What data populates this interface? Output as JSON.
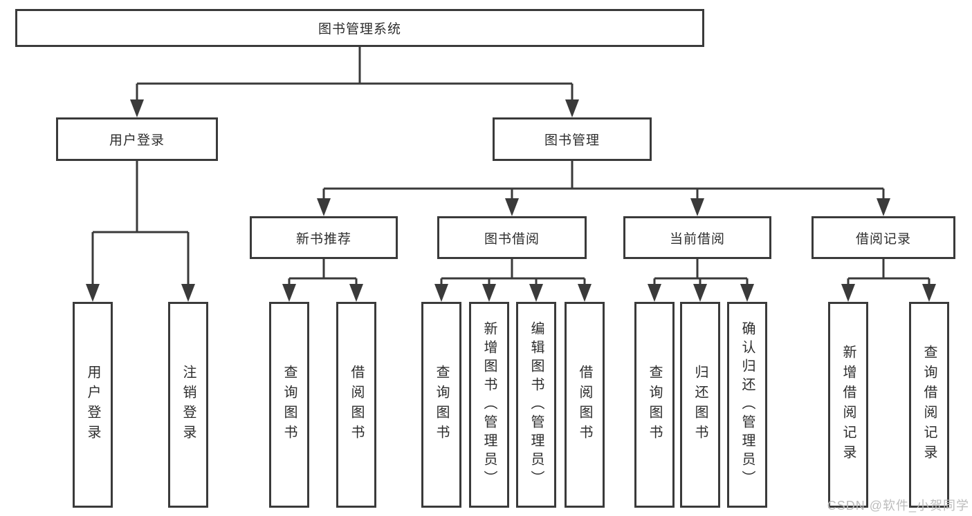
{
  "diagram": {
    "title": "图书管理系统",
    "root": {
      "label": "图书管理系统"
    },
    "level2": {
      "user_login": {
        "label": "用户登录"
      },
      "book_mgmt": {
        "label": "图书管理"
      }
    },
    "level3": {
      "new_book": {
        "label": "新书推荐"
      },
      "book_borrow": {
        "label": "图书借阅"
      },
      "current_borrow": {
        "label": "当前借阅"
      },
      "borrow_records": {
        "label": "借阅记录"
      }
    },
    "leaves": {
      "user_login": [
        "用户登录",
        "注销登录"
      ],
      "new_book": [
        "查询图书",
        "借阅图书"
      ],
      "book_borrow": [
        "查询图书",
        "新增图书（管理员）",
        "编辑图书（管理员）",
        "借阅图书"
      ],
      "current_borrow": [
        "查询图书",
        "归还图书",
        "确认归还（管理员）"
      ],
      "borrow_records": [
        "新增借阅记录",
        "查询借阅记录"
      ]
    }
  },
  "watermark": "CSDN @软件_小贺同学",
  "colors": {
    "line": "#3a3a3a",
    "box_border": "#3a3a3a",
    "text": "#2d2d2d",
    "watermark": "#bcbcbc",
    "background": "#ffffff"
  }
}
